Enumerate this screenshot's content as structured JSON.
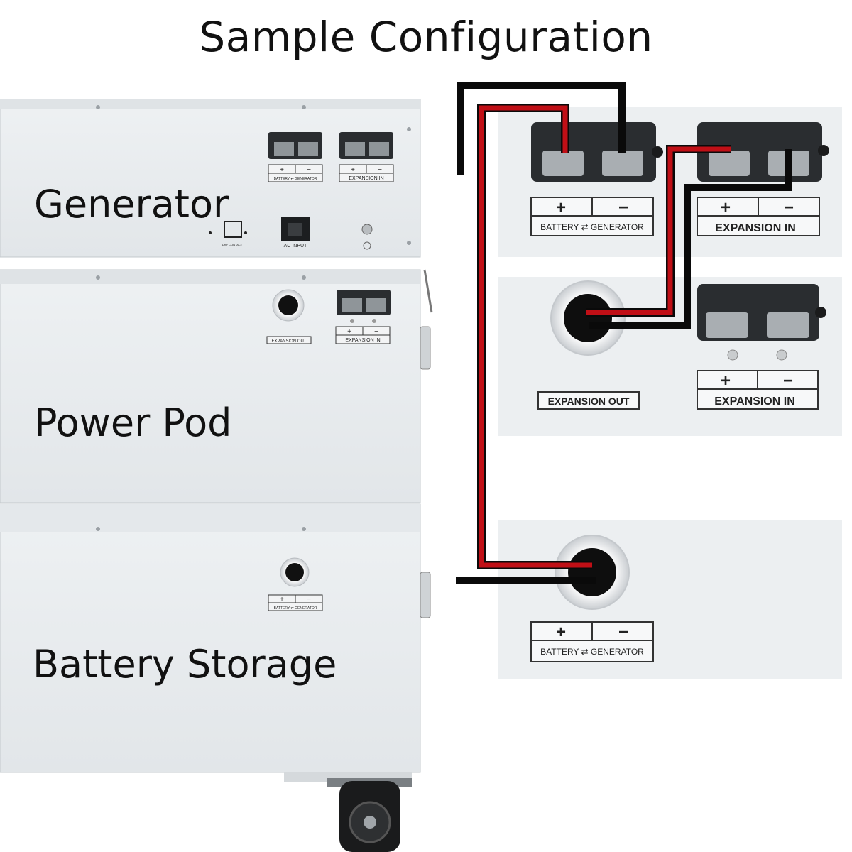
{
  "title": "Sample Configuration",
  "units": {
    "generator": {
      "name": "Generator",
      "port1": "BATTERY ⇄ GENERATOR",
      "port2": "EXPANSION IN",
      "dry_contact": "DRY CONTACT",
      "ac_input": "AC INPUT"
    },
    "power_pod": {
      "name": "Power Pod",
      "expansion_out": "EXPANSION OUT",
      "expansion_in": "EXPANSION IN"
    },
    "battery_storage": {
      "name": "Battery Storage",
      "port": "BATTERY ⇄ GENERATOR"
    }
  },
  "detail": {
    "gen_port1": "BATTERY ⇄ GENERATOR",
    "gen_port2": "EXPANSION IN",
    "pod_out": "EXPANSION OUT",
    "pod_in": "EXPANSION IN",
    "bat_port": "BATTERY ⇄ GENERATOR"
  },
  "symbols": {
    "plus": "+",
    "minus": "−"
  },
  "colors": {
    "positive": "#c00f16",
    "negative": "#0a0a0a",
    "panel": "#e8ecef"
  }
}
